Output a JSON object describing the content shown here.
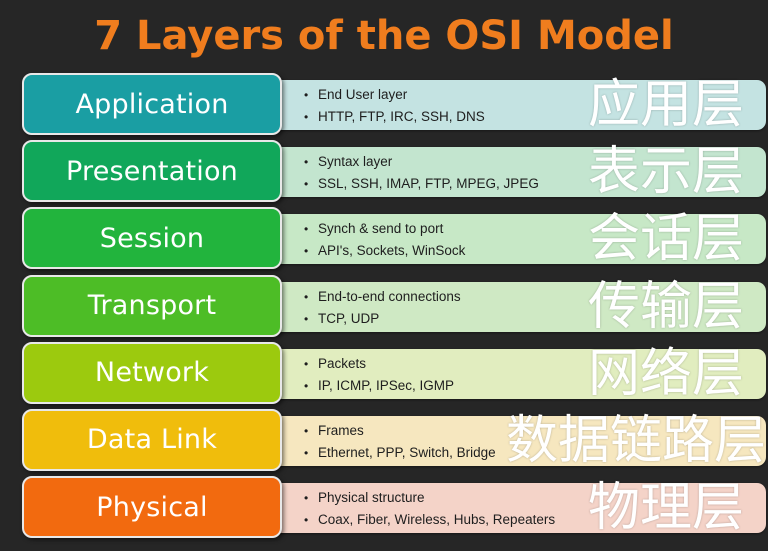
{
  "title": "7 Layers of the OSI Model",
  "layers": [
    {
      "name": "Application",
      "color": "#1a9ea3",
      "detail_bg": "#c4e3e2",
      "bullets": [
        "End User layer",
        "HTTP, FTP, IRC, SSH, DNS"
      ],
      "chinese": "应用层"
    },
    {
      "name": "Presentation",
      "color": "#11a75a",
      "detail_bg": "#c3e5cf",
      "bullets": [
        "Syntax layer",
        "SSL, SSH, IMAP, FTP, MPEG, JPEG"
      ],
      "chinese": "表示层"
    },
    {
      "name": "Session",
      "color": "#22b43d",
      "detail_bg": "#c7e8c6",
      "bullets": [
        "Synch & send to port",
        "API's, Sockets, WinSock"
      ],
      "chinese": "会话层"
    },
    {
      "name": "Transport",
      "color": "#4dbd26",
      "detail_bg": "#cfe9c4",
      "bullets": [
        "End-to-end connections",
        "TCP, UDP"
      ],
      "chinese": "传输层"
    },
    {
      "name": "Network",
      "color": "#9cca0e",
      "detail_bg": "#e1edbf",
      "bullets": [
        "Packets",
        "IP, ICMP, IPSec, IGMP"
      ],
      "chinese": "网络层"
    },
    {
      "name": "Data Link",
      "color": "#f0bd0c",
      "detail_bg": "#f6e7bf",
      "bullets": [
        "Frames",
        "Ethernet, PPP, Switch, Bridge"
      ],
      "chinese": "数据链路层"
    },
    {
      "name": "Physical",
      "color": "#f26a0f",
      "detail_bg": "#f4d3c8",
      "bullets": [
        "Physical structure",
        "Coax, Fiber, Wireless, Hubs, Repeaters"
      ],
      "chinese": "物理层"
    }
  ]
}
